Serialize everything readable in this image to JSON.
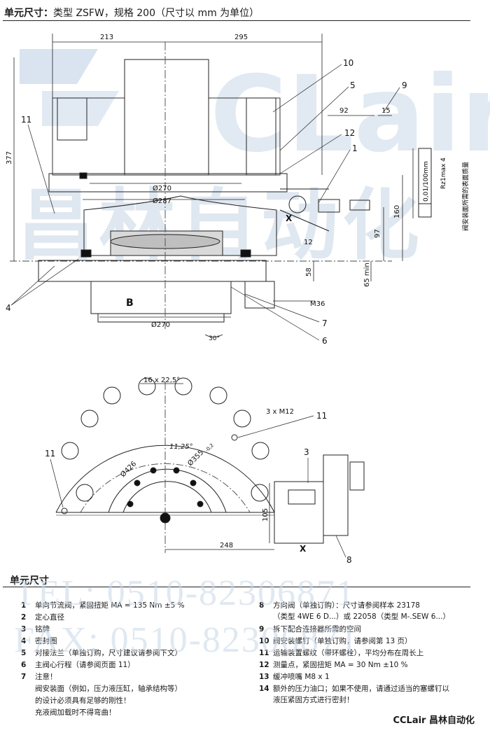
{
  "header": {
    "title_bold": "单元尺寸：",
    "title_rest": "类型 ZSFW，规格 200（尺寸以 mm 为单位）"
  },
  "watermark": {
    "logo": "CCLair",
    "logo_cn": "昌林自动化",
    "tel": "TEL: 0510-82306871",
    "fax": "FAX: 0510-82306871"
  },
  "dims_top": {
    "d213": "213",
    "d295": "295",
    "d377": "377",
    "d92": "92",
    "d15": "15",
    "d270a": "Ø270",
    "d287": "Ø287",
    "d12": "12",
    "d97": "97",
    "d160": "160",
    "d58": "58",
    "d65": "65 min",
    "m36": "M36",
    "b": "B",
    "d270b": "Ø270",
    "ang30": "30°",
    "x": "X",
    "tol_box": "0,01/100mm",
    "rz": "Rz1max 4",
    "surface_note": "阀安装面所需的表面质量"
  },
  "callouts_top": [
    "10",
    "5",
    "9",
    "11",
    "12",
    "1",
    "4",
    "7",
    "6"
  ],
  "dims_bottom": {
    "holes": "16 x 22,5°",
    "m12": "3 x M12",
    "ang": "11,25°",
    "d426": "Ø426",
    "d355": "Ø355",
    "d355_tol": "-0,2",
    "d105": "105",
    "d248": "248",
    "x": "X"
  },
  "callouts_bottom": [
    "11",
    "11",
    "3",
    "8"
  ],
  "legend": {
    "title": "单元尺寸",
    "left": [
      {
        "num": "1",
        "text": "单向节流阀，紧固扭矩 MA = 135 Nm ±5 %"
      },
      {
        "num": "2",
        "text": "定心直径"
      },
      {
        "num": "3",
        "text": "铭牌"
      },
      {
        "num": "4",
        "text": "密封圈"
      },
      {
        "num": "5",
        "text": "对接法兰（单独订购，尺寸建议请参阅下文）"
      },
      {
        "num": "6",
        "text": "主阀心行程（请参阅页面 11）"
      },
      {
        "num": "7",
        "text": "注意！"
      }
    ],
    "note_lines": [
      "阀安装面（例如，压力液压缸，轴承结构等）",
      "的设计必须具有足够的刚性！",
      "充液阀加载时不得弯曲！"
    ],
    "right": [
      {
        "num": "8",
        "text": "方向阀（单独订购）：尺寸请参阅样本 23178"
      },
      {
        "num": "",
        "text": "（类型 4WE 6 D...）或 22058（类型 M-.SEW 6...）"
      },
      {
        "num": "9",
        "text": "拆下配合连接器所需的空间"
      },
      {
        "num": "10",
        "text": "阀安装螺钉（单独订购，请参阅第 13 页）"
      },
      {
        "num": "11",
        "text": "运输装置螺纹（带环螺栓），平均分布在周长上"
      },
      {
        "num": "12",
        "text": "测量点，紧固扭矩 MA = 30 Nm ±10 %"
      },
      {
        "num": "13",
        "text": "缓冲喷嘴 M8 x 1"
      },
      {
        "num": "14",
        "text": "额外的压力油口；如果不使用，请通过适当的塞螺钉以"
      },
      {
        "num": "",
        "text": "液压紧固方式进行密封！"
      }
    ]
  },
  "footer": {
    "brand": "CCLair 昌林自动化"
  }
}
